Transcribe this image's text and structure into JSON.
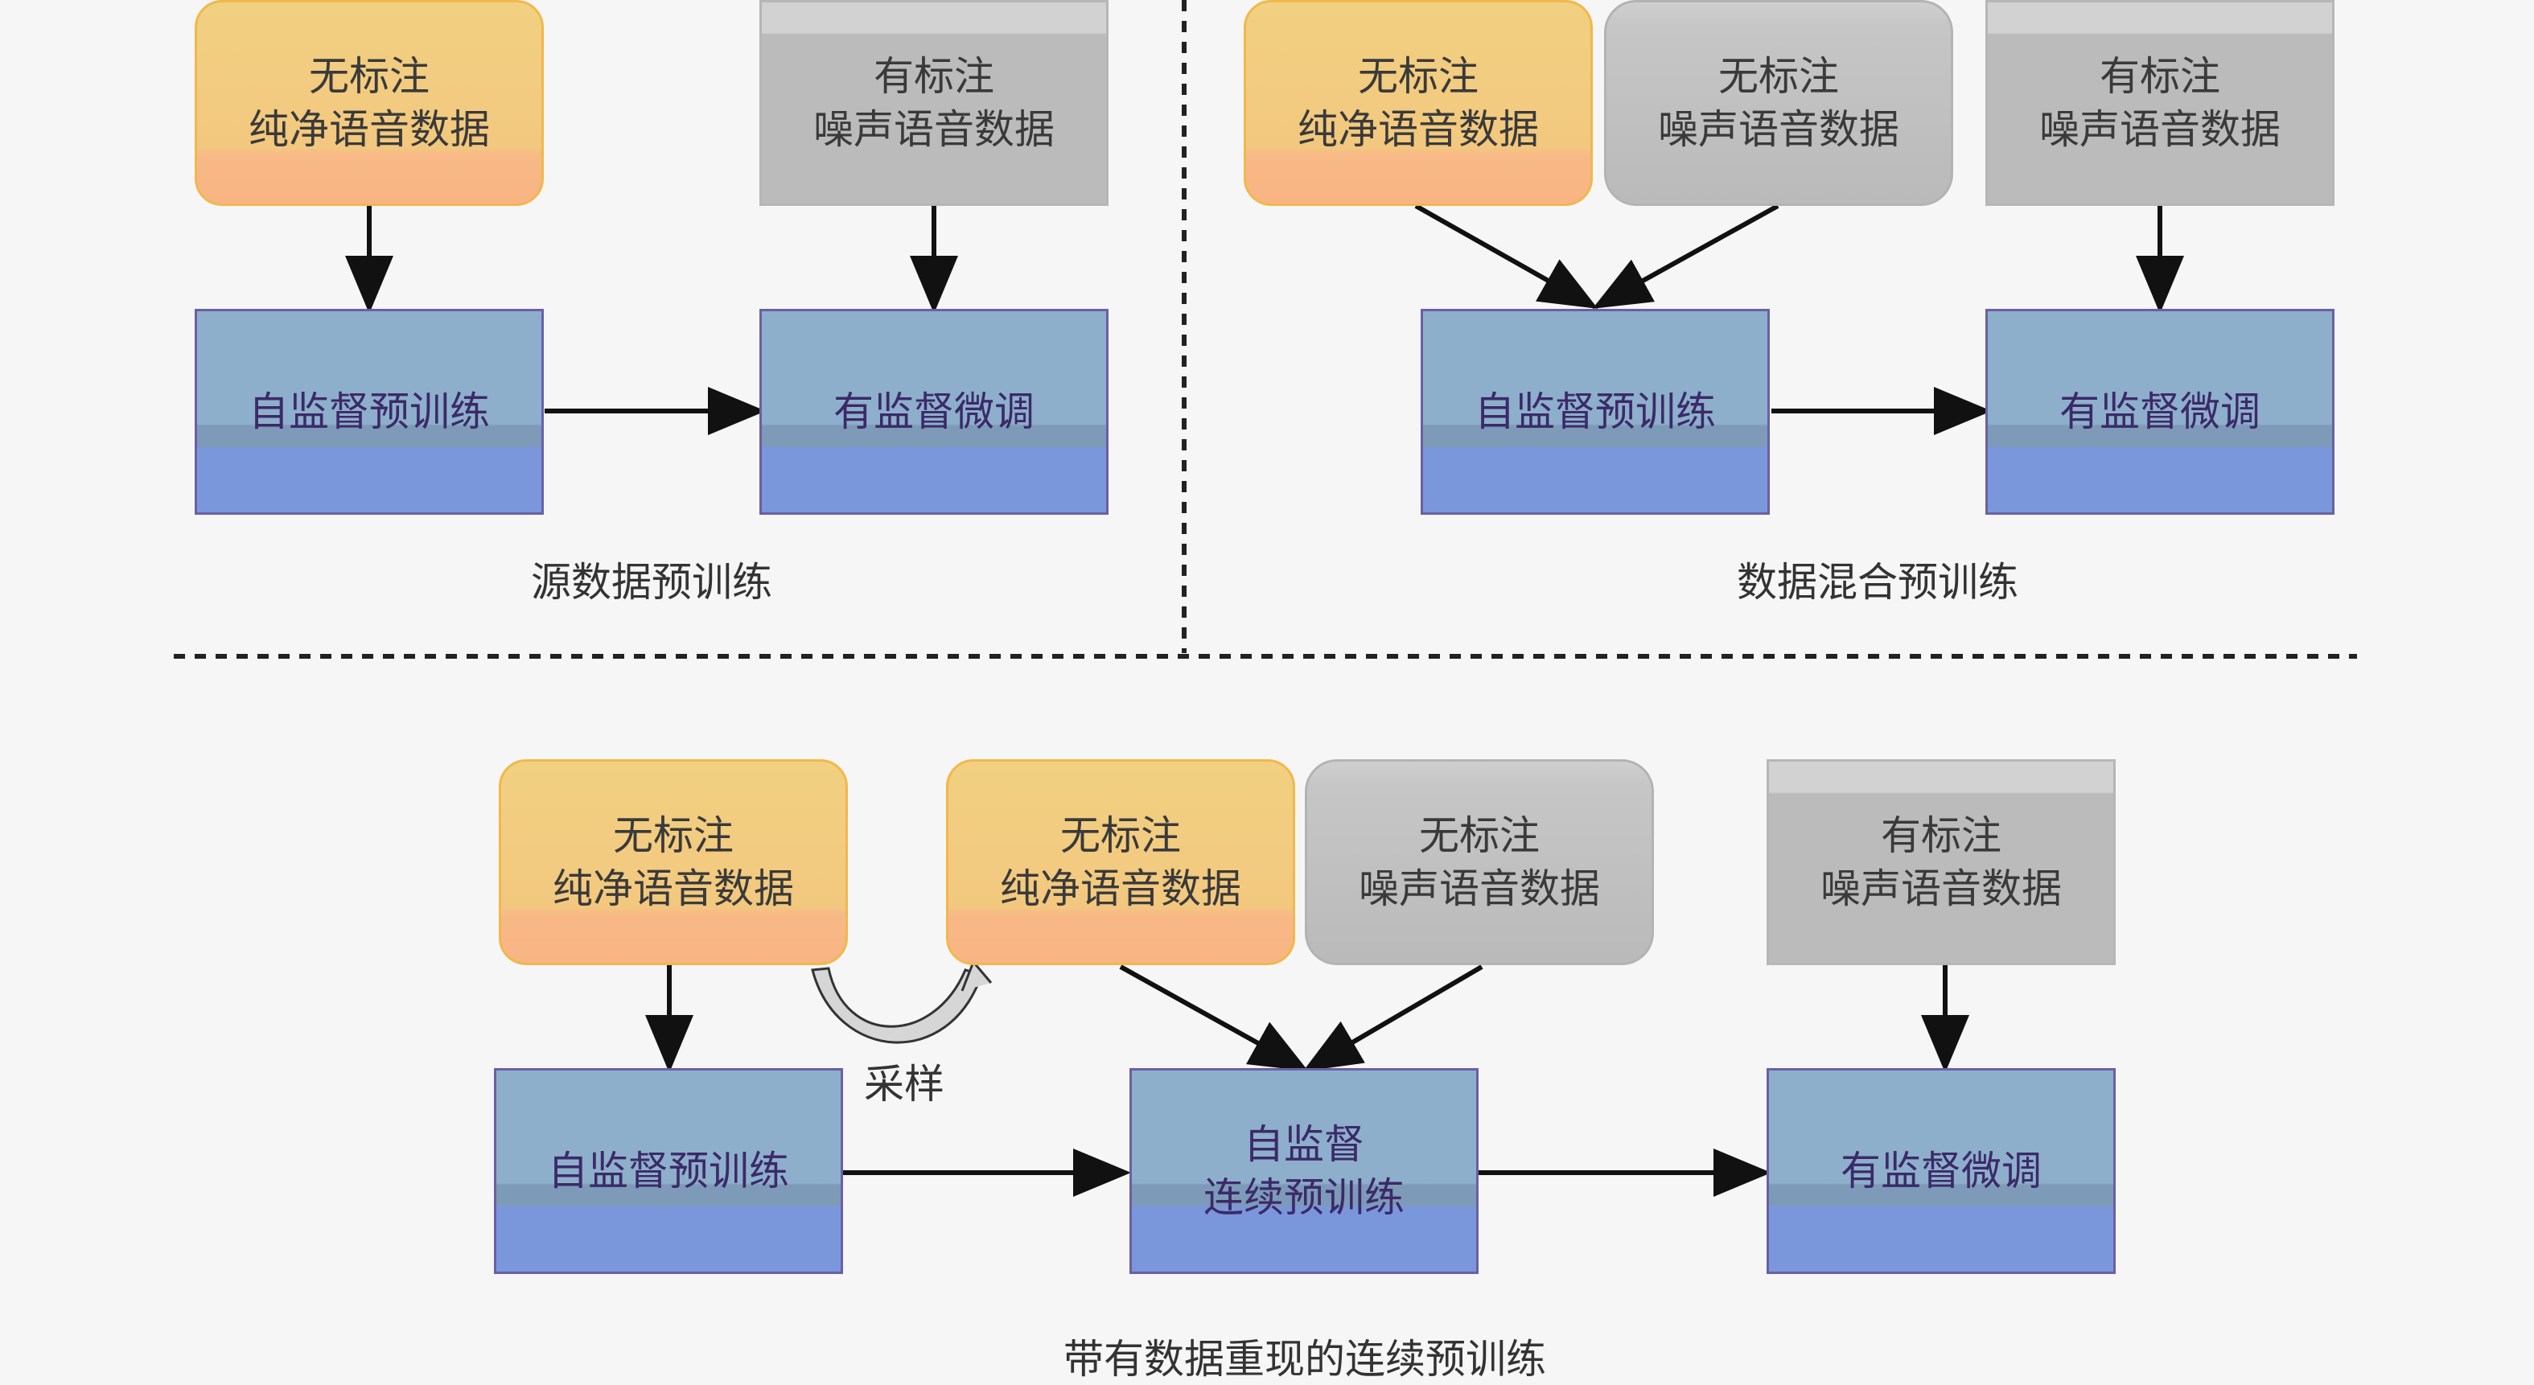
{
  "panels": {
    "source": {
      "caption": "源数据预训练",
      "unlabeled_clean": [
        "无标注",
        "纯净语音数据"
      ],
      "labeled_noisy": [
        "有标注",
        "噪声语音数据"
      ],
      "ssl_pretrain": "自监督预训练",
      "sup_finetune": "有监督微调"
    },
    "mixed": {
      "caption": "数据混合预训练",
      "unlabeled_clean": [
        "无标注",
        "纯净语音数据"
      ],
      "unlabeled_noisy": [
        "无标注",
        "噪声语音数据"
      ],
      "labeled_noisy": [
        "有标注",
        "噪声语音数据"
      ],
      "ssl_pretrain": "自监督预训练",
      "sup_finetune": "有监督微调"
    },
    "replay": {
      "caption": "带有数据重现的连续预训练",
      "unlabeled_clean": [
        "无标注",
        "纯净语音数据"
      ],
      "sampled_clean": [
        "无标注",
        "纯净语音数据"
      ],
      "unlabeled_noisy": [
        "无标注",
        "噪声语音数据"
      ],
      "labeled_noisy": [
        "有标注",
        "噪声语音数据"
      ],
      "ssl_pretrain": "自监督预训练",
      "continual_pretrain": [
        "自监督",
        "连续预训练"
      ],
      "sup_finetune": "有监督微调",
      "sample_label": "采样"
    }
  },
  "colors": {
    "orange_fill": "#f2c87f",
    "gray_fill": "#bbbbbb",
    "blue_fill": "#8eafcb",
    "arrow": "#111111",
    "divider": "#222222"
  }
}
